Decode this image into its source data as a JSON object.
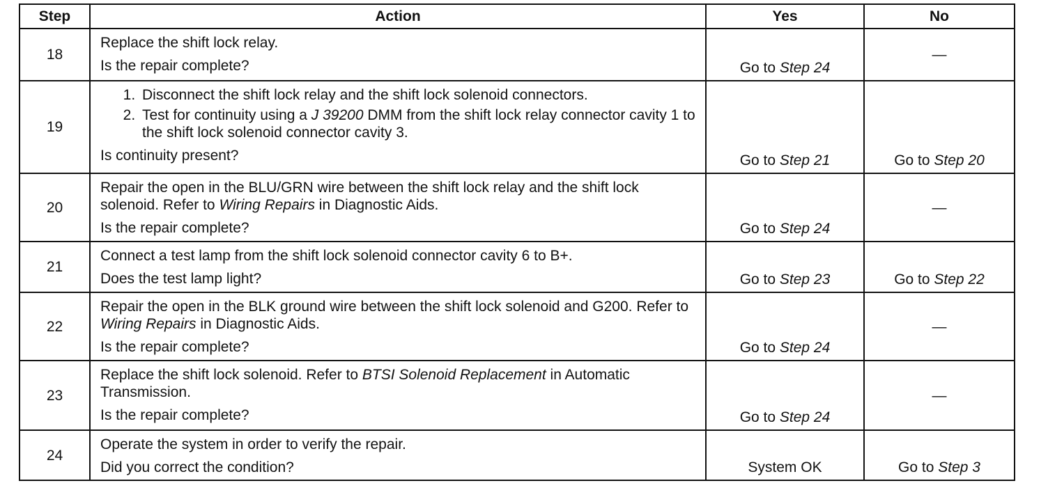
{
  "headers": {
    "step": "Step",
    "action": "Action",
    "yes": "Yes",
    "no": "No"
  },
  "rows": [
    {
      "step": "18",
      "lines": [
        "Replace the shift lock relay."
      ],
      "question": "Is the repair complete?",
      "yes_pre": "Go to ",
      "yes_step": "Step 24",
      "no_pre": "",
      "no_step": "",
      "no_text": "—"
    },
    {
      "step": "19",
      "list": [
        {
          "pre": "Disconnect the shift lock relay and the shift lock solenoid connectors.",
          "em": "",
          "post": ""
        },
        {
          "pre": "Test for continuity using a ",
          "em": "J 39200",
          "post": " DMM from the shift lock relay connector cavity 1 to the shift lock solenoid connector cavity 3."
        }
      ],
      "question": "Is continuity present?",
      "yes_pre": "Go to ",
      "yes_step": "Step 21",
      "no_pre": "Go to ",
      "no_step": "Step 20",
      "no_text": ""
    },
    {
      "step": "20",
      "pre": "Repair the open in the BLU/GRN wire between the shift lock relay and the shift lock solenoid. Refer to ",
      "em": "Wiring Repairs",
      "post": " in Diagnostic Aids.",
      "question": "Is the repair complete?",
      "yes_pre": "Go to ",
      "yes_step": "Step 24",
      "no_pre": "",
      "no_step": "",
      "no_text": "—"
    },
    {
      "step": "21",
      "lines": [
        "Connect a test lamp from the shift lock solenoid connector cavity 6 to B+."
      ],
      "question": "Does the test lamp light?",
      "yes_pre": "Go to ",
      "yes_step": "Step 23",
      "no_pre": "Go to ",
      "no_step": "Step 22",
      "no_text": ""
    },
    {
      "step": "22",
      "pre": "Repair the open in the BLK ground wire between the shift lock solenoid and G200. Refer to ",
      "em": "Wiring Repairs",
      "post": " in Diagnostic Aids.",
      "question": "Is the repair complete?",
      "yes_pre": "Go to ",
      "yes_step": "Step 24",
      "no_pre": "",
      "no_step": "",
      "no_text": "—"
    },
    {
      "step": "23",
      "pre": "Replace the shift lock solenoid. Refer to ",
      "em": "BTSI Solenoid Replacement",
      "post": " in Automatic Transmission.",
      "question": "Is the repair complete?",
      "yes_pre": "Go to ",
      "yes_step": "Step 24",
      "no_pre": "",
      "no_step": "",
      "no_text": "—"
    },
    {
      "step": "24",
      "lines": [
        "Operate the system in order to verify the repair."
      ],
      "question": "Did you correct the condition?",
      "yes_pre": "System OK",
      "yes_step": "",
      "no_pre": "Go to ",
      "no_step": "Step 3",
      "no_text": ""
    }
  ]
}
